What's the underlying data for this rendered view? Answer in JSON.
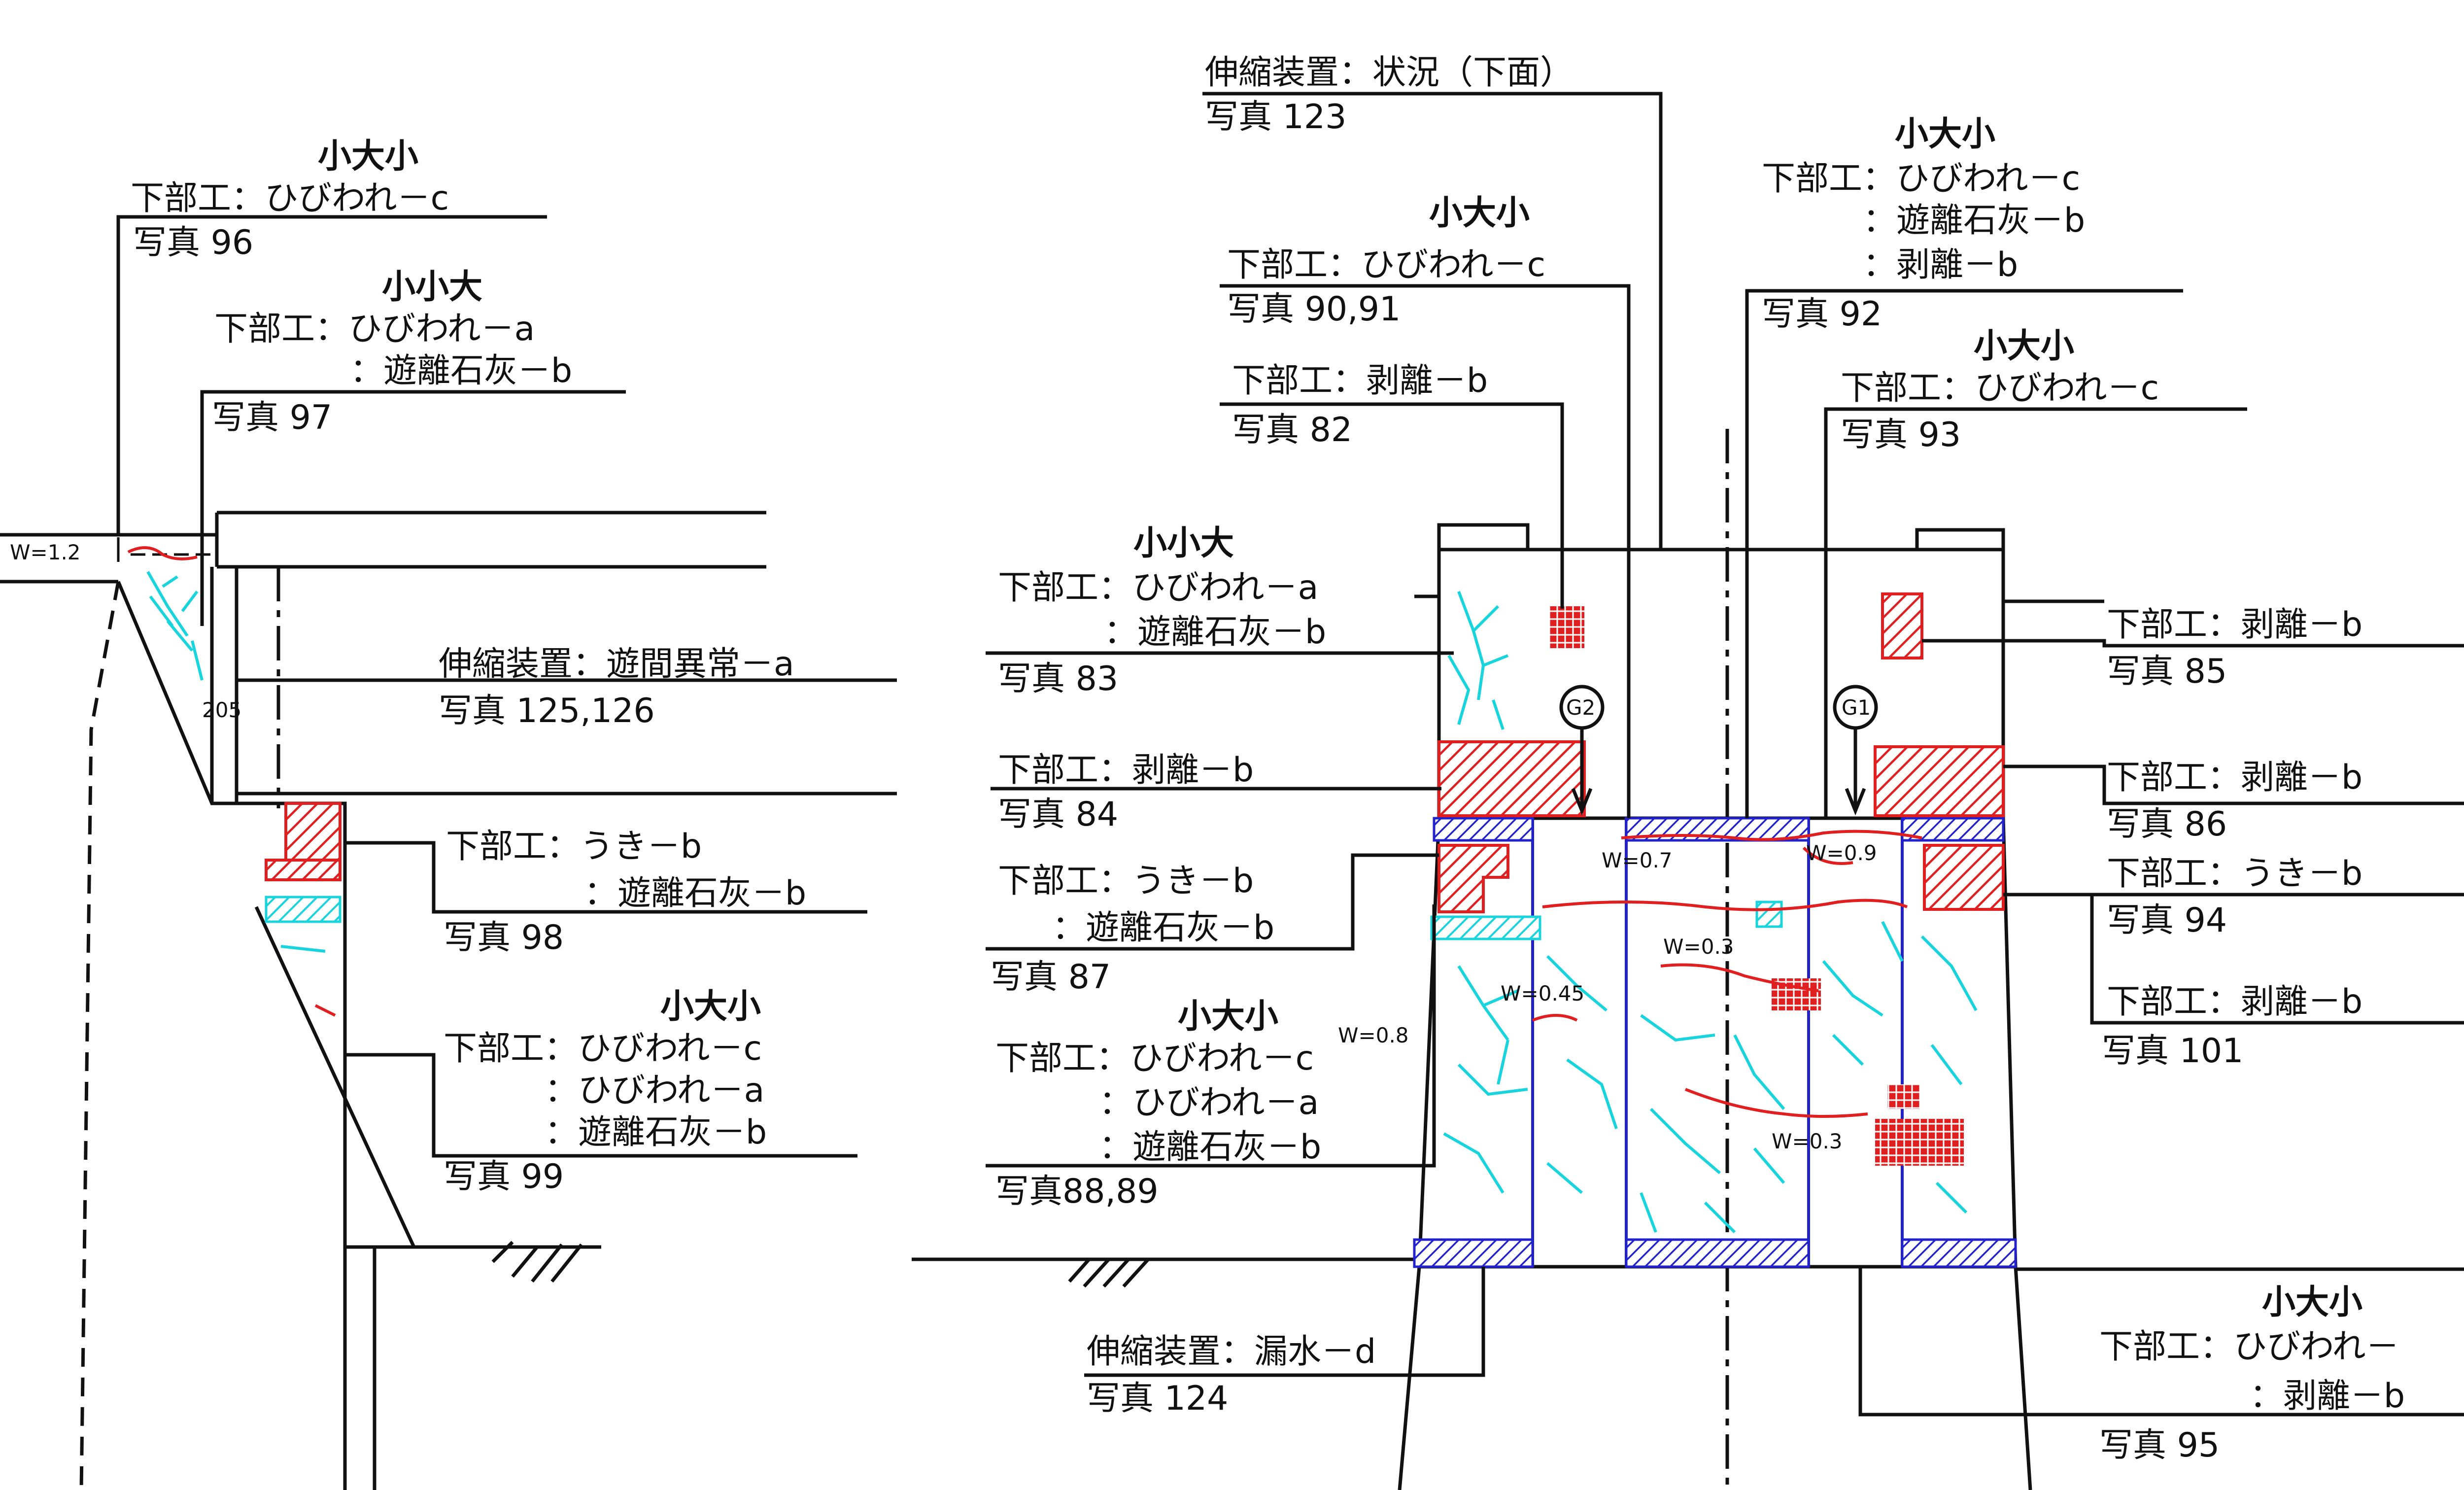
{
  "colors": {
    "line": "#111111",
    "damage_hatch": "#e02020",
    "crack_cyan": "#19d4dc",
    "girder_blue": "#2222cc"
  },
  "left_view": {
    "w_label": "W=1.2",
    "dim_label": "205",
    "note_96": {
      "size": "小大小",
      "line1": "下部工：ひびわれ－c",
      "photo": "写真  96"
    },
    "note_97": {
      "size": "小小大",
      "line1": "下部工：ひびわれ－a",
      "line2": "：遊離石灰－b",
      "photo": "写真  97"
    },
    "note_125": {
      "line1": "伸縮装置：遊間異常－a",
      "photo": "写真  125,126"
    },
    "note_98": {
      "line1": "下部工：うき－b",
      "line2": "：遊離石灰－b",
      "photo": "写真  98"
    },
    "note_99": {
      "size": "小大小",
      "line1": "下部工：ひびわれ－c",
      "line2": "：ひびわれ－a",
      "line3": "：遊離石灰－b",
      "photo": "写真  99"
    }
  },
  "right_view": {
    "g2": "G2",
    "g1": "G1",
    "crack_widths": [
      "W=0.7",
      "W=0.9",
      "W=0.3",
      "W=0.45",
      "W=0.8",
      "W=0.3"
    ],
    "note_123": {
      "line1": "伸縮装置：状況（下面）",
      "photo": "写真  123"
    },
    "note_90": {
      "size": "小大小",
      "line1": "下部工：ひびわれ－c",
      "photo": "写真  90,91"
    },
    "note_82": {
      "line1": "下部工：剥離－b",
      "photo": "写真   82"
    },
    "note_83": {
      "size": "小小大",
      "line1": "下部工：ひびわれ－a",
      "line2": "：遊離石灰－b",
      "photo": "写真  83"
    },
    "note_84": {
      "line1": "下部工：剥離－b",
      "photo": "写真  84"
    },
    "note_87": {
      "line1": "下部工：うき－b",
      "line2": "：遊離石灰－b",
      "photo": "写真  87"
    },
    "note_88": {
      "size": "小大小",
      "line1": "下部工：ひびわれ－c",
      "line2": "：ひびわれ－a",
      "line3": "：遊離石灰－b",
      "photo": "写真88,89"
    },
    "note_124": {
      "line1": "伸縮装置：漏水－d",
      "photo": "写真  124"
    },
    "note_92": {
      "size": "小大小",
      "line1": "下部工：ひびわれ－c",
      "line2": "：遊離石灰－b",
      "line3": "：剥離－b",
      "photo": "写真  92"
    },
    "note_93": {
      "size": "小大小",
      "line1": "下部工：ひびわれ－c",
      "photo": "写真  93"
    },
    "note_85": {
      "line1": "下部工：剥離－b",
      "photo": "写真  85"
    },
    "note_86": {
      "line1": "下部工：剥離－b",
      "photo": "写真  86"
    },
    "note_94": {
      "line1": "下部工：うき－b",
      "photo": "写真  94"
    },
    "note_101": {
      "line1": "下部工：剥離－b",
      "photo": "写真  101"
    },
    "note_95": {
      "size": "小大小",
      "line1": "下部工：ひびわれ－",
      "line2": "：剥離－b",
      "photo": "写真  95"
    }
  }
}
